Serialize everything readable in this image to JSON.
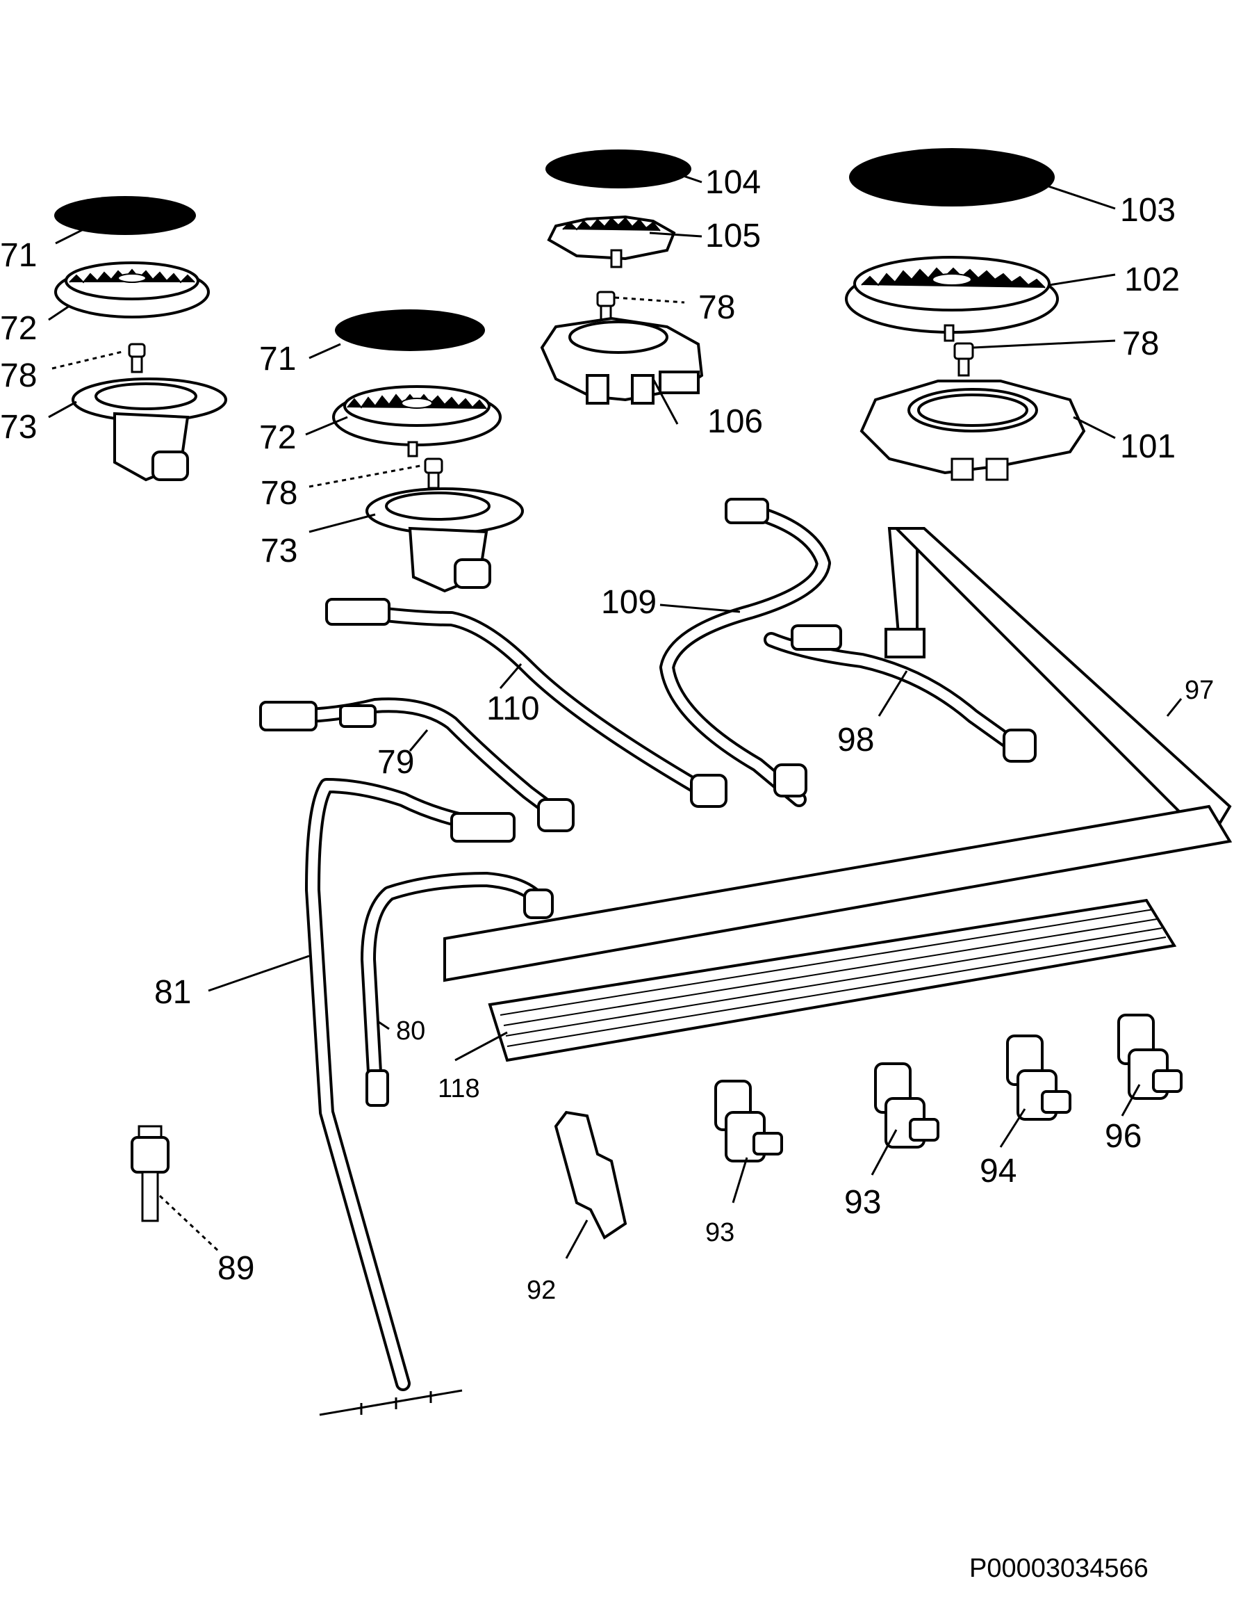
{
  "document_number": "P00003034566",
  "parts": [
    {
      "id": "lbl-71-a",
      "text": "71"
    },
    {
      "id": "lbl-72-a",
      "text": "72"
    },
    {
      "id": "lbl-78-a",
      "text": "78"
    },
    {
      "id": "lbl-73-a",
      "text": "73"
    },
    {
      "id": "lbl-71-b",
      "text": "71"
    },
    {
      "id": "lbl-72-b",
      "text": "72"
    },
    {
      "id": "lbl-78-b",
      "text": "78"
    },
    {
      "id": "lbl-73-b",
      "text": "73"
    },
    {
      "id": "lbl-104",
      "text": "104"
    },
    {
      "id": "lbl-105",
      "text": "105"
    },
    {
      "id": "lbl-78-c",
      "text": "78"
    },
    {
      "id": "lbl-106",
      "text": "106"
    },
    {
      "id": "lbl-103",
      "text": "103"
    },
    {
      "id": "lbl-102",
      "text": "102"
    },
    {
      "id": "lbl-78-d",
      "text": "78"
    },
    {
      "id": "lbl-101",
      "text": "101"
    },
    {
      "id": "lbl-109",
      "text": "109"
    },
    {
      "id": "lbl-110",
      "text": "110"
    },
    {
      "id": "lbl-79",
      "text": "79"
    },
    {
      "id": "lbl-98",
      "text": "98"
    },
    {
      "id": "lbl-97",
      "text": "97"
    },
    {
      "id": "lbl-81",
      "text": "81"
    },
    {
      "id": "lbl-80",
      "text": "80"
    },
    {
      "id": "lbl-118",
      "text": "118"
    },
    {
      "id": "lbl-89",
      "text": "89"
    },
    {
      "id": "lbl-92",
      "text": "92"
    },
    {
      "id": "lbl-93-a",
      "text": "93"
    },
    {
      "id": "lbl-93-b",
      "text": "93"
    },
    {
      "id": "lbl-94",
      "text": "94"
    },
    {
      "id": "lbl-96",
      "text": "96"
    }
  ]
}
